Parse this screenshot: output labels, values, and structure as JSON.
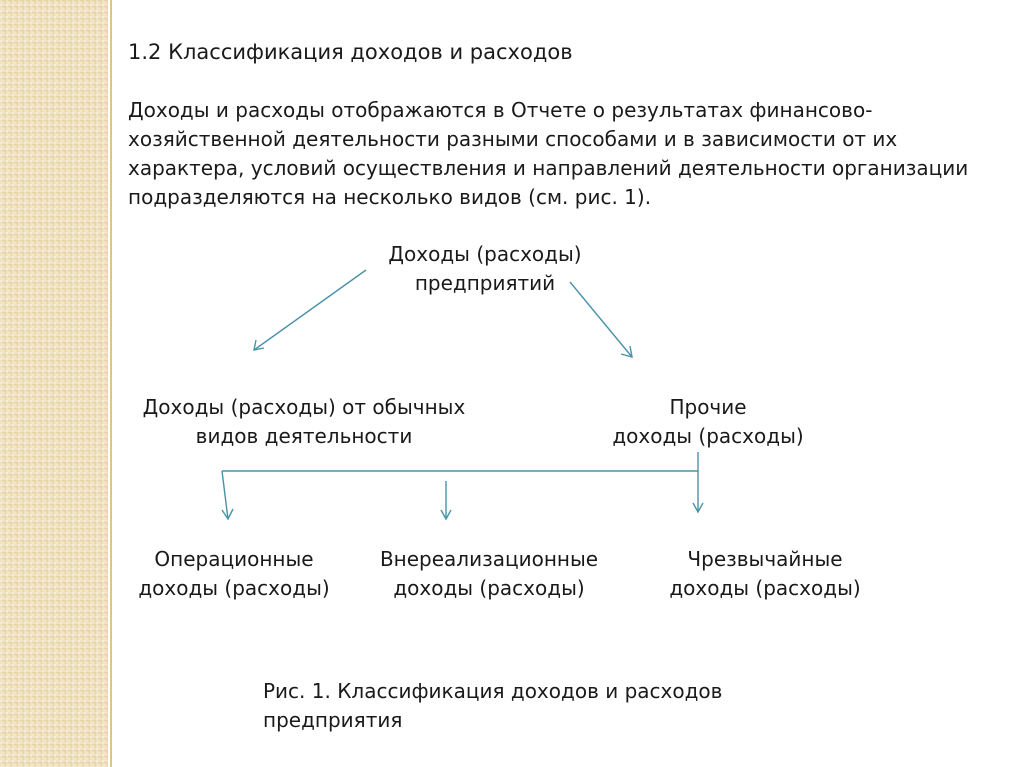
{
  "heading": "1.2  Классификация доходов и расходов",
  "paragraph": [
    "Доходы и расходы отображаются в Отчете о результатах финансово-",
    "хозяйственной деятельности разными способами и в зависимости от их",
    "характера, условий осуществления и направлений деятельности организации",
    "подразделяются на несколько видов (см. рис. 1)."
  ],
  "diagram": {
    "root": [
      "Доходы (расходы)",
      "предприятий"
    ],
    "ordinary": [
      "Доходы (расходы) от обычных",
      "видов деятельности"
    ],
    "other": [
      "Прочие",
      "доходы (расходы)"
    ],
    "operating": [
      "Операционные",
      "доходы (расходы)"
    ],
    "non_operating": [
      "Внереализационные",
      "доходы (расходы)"
    ],
    "extraordinary": [
      "Чрезвычайные",
      "доходы (расходы)"
    ]
  },
  "caption": [
    "Рис. 1. Классификация доходов и расходов",
    "предприятия"
  ],
  "colors": {
    "arrow": "#4a93a8",
    "side_pattern": "#e7d3a6"
  }
}
